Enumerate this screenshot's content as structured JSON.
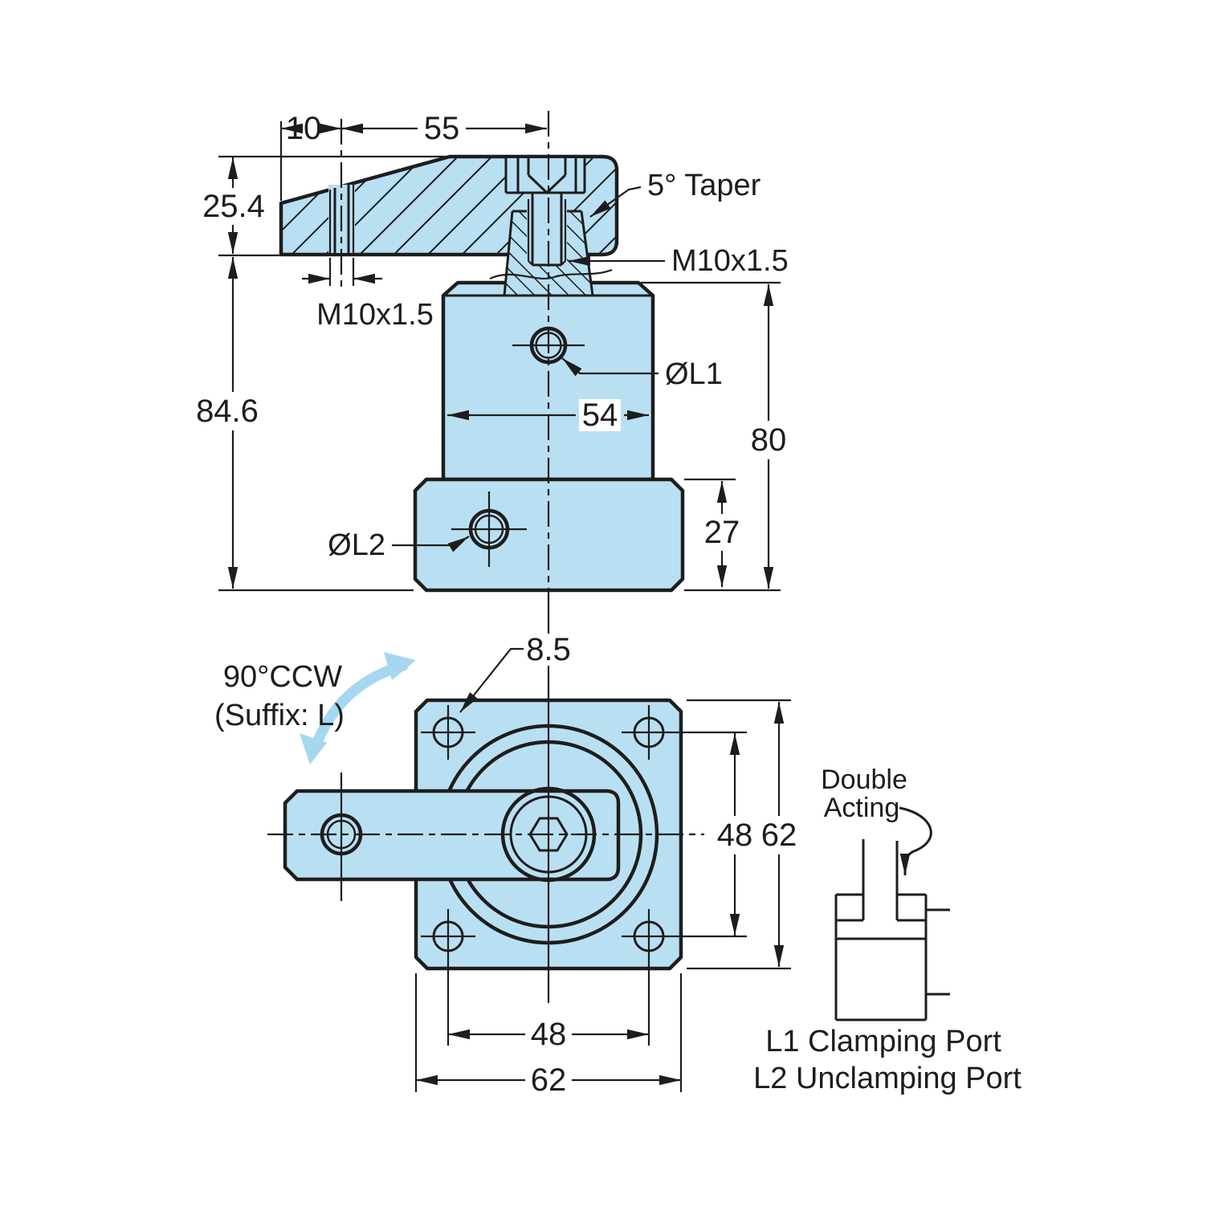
{
  "colors": {
    "fill": "#b9e0f2",
    "line": "#1d1d1d",
    "accent": "#a5d7f0",
    "bg": "#ffffff"
  },
  "side_view": {
    "dim_arm_offset": "10",
    "dim_arm_length": "55",
    "dim_arm_thickness": "25.4",
    "dim_total_height": "84.6",
    "arm_thread_label": "M10x1.5",
    "taper_label": "5° Taper",
    "rod_thread_label": "M10x1.5",
    "clamping_port_label": "ØL1",
    "dim_body_width": "54",
    "dim_body_height": "80",
    "unclamping_port_label": "ØL2",
    "dim_flange_height": "27"
  },
  "bottom_view": {
    "mount_hole_label": "8.5",
    "rotation_line1": "90°CCW",
    "rotation_line2": "(Suffix: L)",
    "dim_hole_spacing_v": "48",
    "dim_flange_v": "62",
    "dim_hole_spacing_h": "48",
    "dim_flange_h": "62"
  },
  "schematic": {
    "title_line1": "Double",
    "title_line2": "Acting",
    "caption_line1": "L1 Clamping Port",
    "caption_line2": "L2 Unclamping Port"
  }
}
